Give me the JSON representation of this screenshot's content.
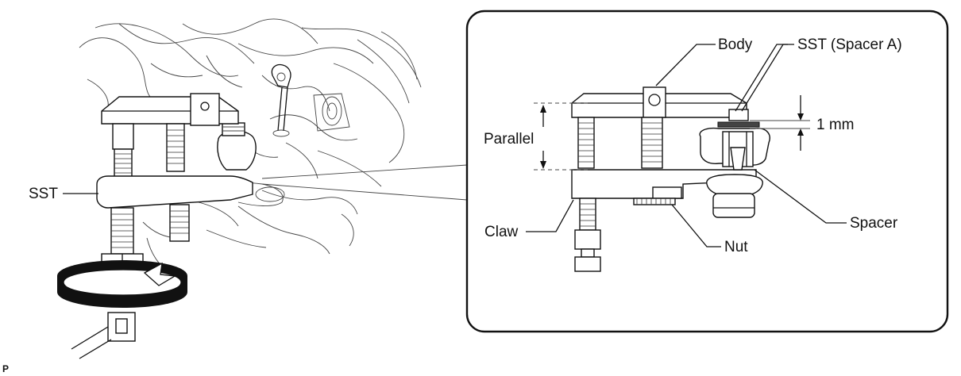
{
  "labels": {
    "sst_left": "SST",
    "body": "Body",
    "sst_spacer_a": "SST (Spacer A)",
    "parallel": "Parallel",
    "gap": "1 mm",
    "claw": "Claw",
    "spacer": "Spacer",
    "nut": "Nut",
    "corner": "P"
  }
}
